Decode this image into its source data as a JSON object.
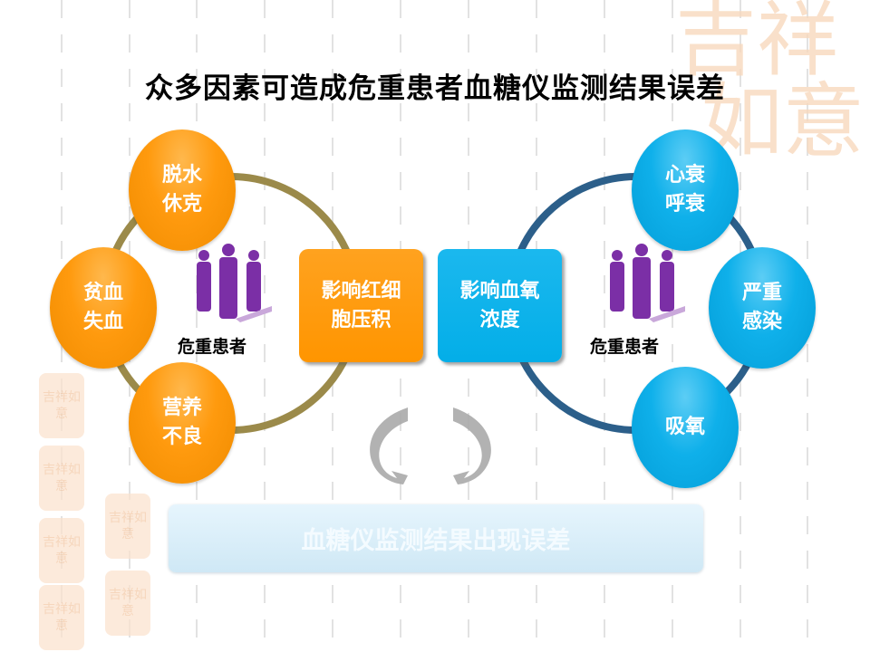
{
  "title": "众多因素可造成危重患者血糖仪监测结果误差",
  "left_factors": [
    "脱水\n休克",
    "贫血\n失血",
    "营养\n不良"
  ],
  "right_factors": [
    "心衰\n呼衰",
    "严重\n感染",
    "吸氧"
  ],
  "left_box": "影响红细\n胞压积",
  "right_box": "影响血氧\n浓度",
  "patients_label": "危重患者",
  "result": "血糖仪监测结果出现误差",
  "watermark": "吉祥如意",
  "colors": {
    "orange": "#ff9a0e",
    "blue": "#0fb0ea",
    "people": "#7b2fa6",
    "left_ring": "#9b8a4a",
    "right_ring": "#2c5f8a"
  }
}
